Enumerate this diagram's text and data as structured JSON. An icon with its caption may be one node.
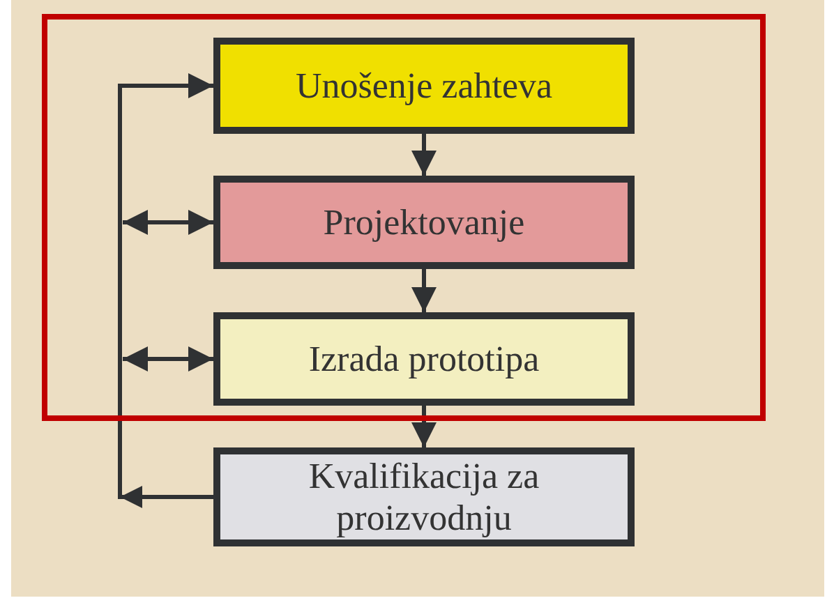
{
  "diagram": {
    "nodes": [
      {
        "text": [],
        "shape": "box"
      },
      {
        "text": [
          "Unošenje zahteva"
        ],
        "in": 0
      },
      {
        "text": [
          "Projektovanje"
        ],
        "in": 0
      },
      {
        "text": [
          "Izrada prototipa"
        ],
        "in": 0
      },
      {
        "text": [
          "Kvalifikacija za proizvodnju"
        ]
      }
    ],
    "edges": [
      {
        "from": 1,
        "to": 2,
        "arrow": "to"
      },
      {
        "from": 2,
        "to": 3,
        "arrow": "to"
      },
      {
        "from": 3,
        "to": 4,
        "arrow": "to"
      },
      {
        "from": 4,
        "to": 1,
        "arrow": "to"
      },
      {
        "from": null,
        "to": 2,
        "arrow": "both"
      },
      {
        "from": null,
        "to": 3,
        "arrow": "both"
      }
    ]
  }
}
